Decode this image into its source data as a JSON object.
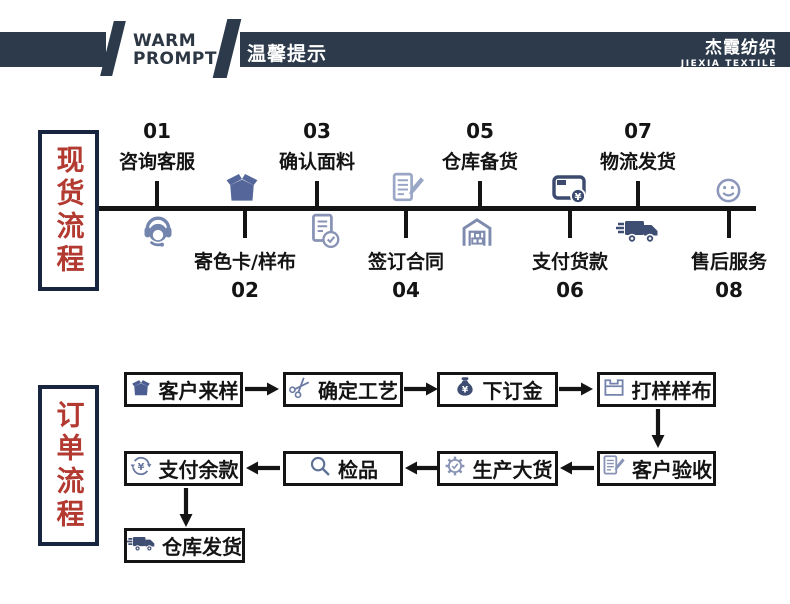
{
  "header": {
    "warm_prompt": [
      "WARM",
      "PROMPT"
    ],
    "title_cn": "温馨提示",
    "brand_cn": "杰霞纺织",
    "brand_en": "JIEXIA TEXTILE"
  },
  "glyphs": {
    "yen": "¥"
  },
  "spot_flow": {
    "section_label": "现货流程",
    "steps": [
      {
        "num": "01",
        "label": "咨询客服",
        "icon": "customer-service-headset-icon"
      },
      {
        "num": "02",
        "label": "寄色卡/样布",
        "icon": "open-box-icon"
      },
      {
        "num": "03",
        "label": "确认面料",
        "icon": "document-check-icon"
      },
      {
        "num": "04",
        "label": "签订合同",
        "icon": "document-pen-icon"
      },
      {
        "num": "05",
        "label": "仓库备货",
        "icon": "warehouse-icon"
      },
      {
        "num": "06",
        "label": "支付货款",
        "icon": "payment-card-icon"
      },
      {
        "num": "07",
        "label": "物流发货",
        "icon": "delivery-truck-icon"
      },
      {
        "num": "08",
        "label": "售后服务",
        "icon": "smiley-icon"
      }
    ]
  },
  "order_flow": {
    "section_label": "订单流程",
    "row1": [
      {
        "label": "客户来样",
        "icon": "open-box-icon"
      },
      {
        "label": "确定工艺",
        "icon": "scissors-icon"
      },
      {
        "label": "下订金",
        "icon": "money-bag-icon"
      },
      {
        "label": "打样样布",
        "icon": "sample-box-icon"
      }
    ],
    "row2": [
      {
        "label": "支付余款",
        "icon": "refund-yen-icon"
      },
      {
        "label": "检品",
        "icon": "magnifier-icon"
      },
      {
        "label": "生产大货",
        "icon": "gear-check-icon"
      },
      {
        "label": "客户验收",
        "icon": "document-pen-icon"
      }
    ],
    "row3": [
      {
        "label": "仓库发货",
        "icon": "delivery-truck-icon"
      }
    ]
  },
  "colors": {
    "bar_navy": "#2c3a4b",
    "border_navy": "#18253f",
    "red": "#b23a31",
    "black": "#141414",
    "icon_light": "#8c98ba",
    "icon_mid": "#6a7aa4",
    "icon_dark": "#3e4d72"
  }
}
